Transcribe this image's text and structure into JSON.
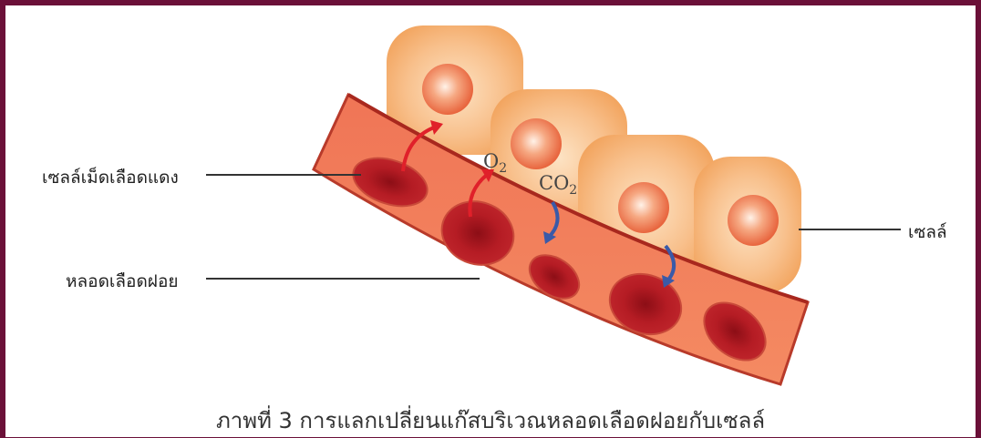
{
  "labels": {
    "red_blood_cell": "เซลล์เม็ดเลือดแดง",
    "capillary": "หลอดเลือดฝอย",
    "cell": "เซลล์"
  },
  "gases": {
    "oxygen": "O",
    "oxygen_sub": "2",
    "carbon_dioxide": "CO",
    "carbon_dioxide_sub": "2"
  },
  "caption": "ภาพที่ 3 การแลกเปลี่ยนแก๊สบริเวณหลอดเลือดฝอยกับเซลล์",
  "colors": {
    "border": "#6b1038",
    "cell_fill": "#f6b77f",
    "nucleus": "#f0825a",
    "vessel": "#f07a5a",
    "rbc": "#a8161e",
    "oxygen_arrow": "#e0202a",
    "co2_arrow": "#3a5aa8"
  }
}
